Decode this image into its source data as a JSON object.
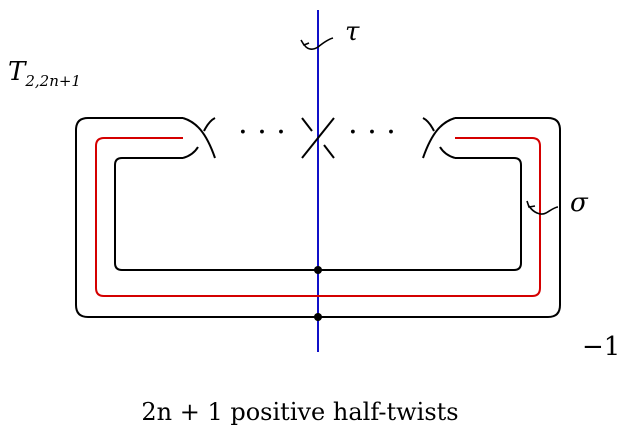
{
  "labels": {
    "knot": "T",
    "knot_subscript": "2,2n+1",
    "tau": "τ",
    "sigma": "σ",
    "dots_left": "· · ·",
    "dots_right": "· · ·",
    "framing": "−1",
    "caption": "2n + 1 positive half-twists"
  },
  "colors": {
    "knot": "#000000",
    "curve": "#d40000",
    "axis": "#1010c8"
  }
}
